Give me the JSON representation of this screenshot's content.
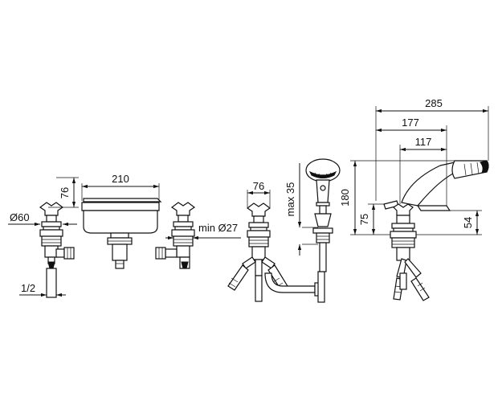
{
  "dimensions": {
    "d285": "285",
    "d177": "177",
    "d117": "117",
    "d210": "210",
    "d76_left": "76",
    "d76_mid": "76",
    "d60": "Ø60",
    "half_inch": "1/2",
    "min27": "min Ø27",
    "max35": "max 35",
    "d180": "180",
    "d75": "75",
    "d54": "54"
  }
}
